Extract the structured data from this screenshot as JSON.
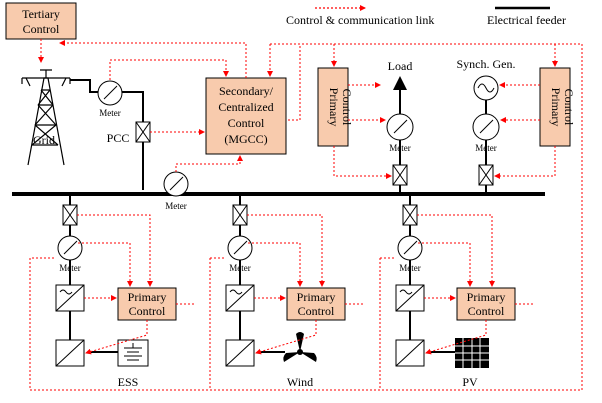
{
  "legend": {
    "control_link": "Control & communication link",
    "electrical_feeder": "Electrical feeder"
  },
  "tertiary_control": {
    "line1": "Tertiary",
    "line2": "Control"
  },
  "secondary_control": {
    "line1": "Secondary/",
    "line2": "Centralized",
    "line3": "Control",
    "line4": "(MGCC)"
  },
  "grid_label": "Grid",
  "pcc_label": "PCC",
  "meter_label": "Meter",
  "load_label": "Load",
  "synch_gen_label": "Synch. Gen.",
  "primary_control": {
    "line1": "Primary",
    "line2": "Control"
  },
  "units": [
    {
      "label": "ESS"
    },
    {
      "label": "Wind"
    },
    {
      "label": "PV"
    }
  ],
  "colors": {
    "control_box_fill": "#f8cbad",
    "control_link": "#ff0000",
    "feeder": "#000000"
  }
}
